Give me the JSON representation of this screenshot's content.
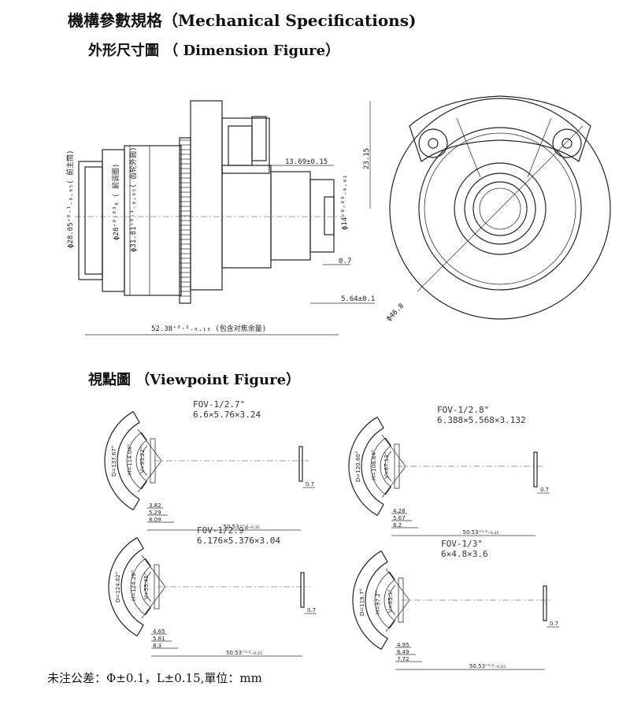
{
  "title": "機構參數規格（Mechanical Specifications)",
  "dimension_heading": "外形尺寸圖 （ Dimension Figure）",
  "viewpoint_heading": "視點圖 （Viewpoint Figure）",
  "dimension_labels": {
    "d1": "13.69±0.15",
    "d2": "23.15",
    "d3": "ϕ28.05⁺⁰·¹₋₀.₀₅( 前主筒)",
    "d4": "ϕ28⁺⁰·⁰³₀ ( 前调圈)",
    "d5": "ϕ31.81⁺⁰·¹₋₀.₀₅( 齿轮外圆)",
    "d6": "ϕ14⁺⁰·⁰³₋₀.₀₁",
    "d7": "0.7",
    "d8": "5.64±0.1",
    "d9": "52.38⁺⁰·²₋₀.₁₅ (包含对焦余量)",
    "d10": "ϕ46.8"
  },
  "viewpoints": [
    {
      "fov": "FOV-1/2.7\"",
      "size": "6.6×5.76×3.24",
      "D": "D=137.67°",
      "H": "H=114.04°",
      "V": "V=93.22°",
      "a": "3.82",
      "b": "5.29",
      "c": "8.09",
      "len": "50.53⁺⁰·²₋₀.₁₅",
      "g": "0.7"
    },
    {
      "fov": "FOV-1/2.8\"",
      "size": "6.388×5.568×3.132",
      "D": "D=120.60°",
      "H": "H=108.84°",
      "V": "V=67.13°",
      "a": "4.28",
      "b": "5.67",
      "c": "8.2",
      "len": "50.53⁺⁰·²₋₀.₁₅",
      "g": "0.7"
    },
    {
      "fov": "FOV-1/2.9\"",
      "size": "6.176×5.376×3.04",
      "D": "D=124.62°",
      "H": "H=124.29°",
      "V": "V=55.45°",
      "a": "4.65",
      "b": "5.81",
      "c": "8.3",
      "len": "50.53⁺⁰·²₋₀.₁₅",
      "g": "0.7"
    },
    {
      "fov": "FOV-1/3\"",
      "size": "6×4.8×3.6",
      "D": "D=119.7°",
      "H": "H=97.2°",
      "V": "V=65.3°",
      "a": "4.95",
      "b": "6.49",
      "c": "7.72",
      "len": "50.53⁺⁰·²₋₀.₁₅",
      "g": "0.7"
    }
  ],
  "footnote": "未注公差：Φ±0.1，L±0.15,單位：mm"
}
